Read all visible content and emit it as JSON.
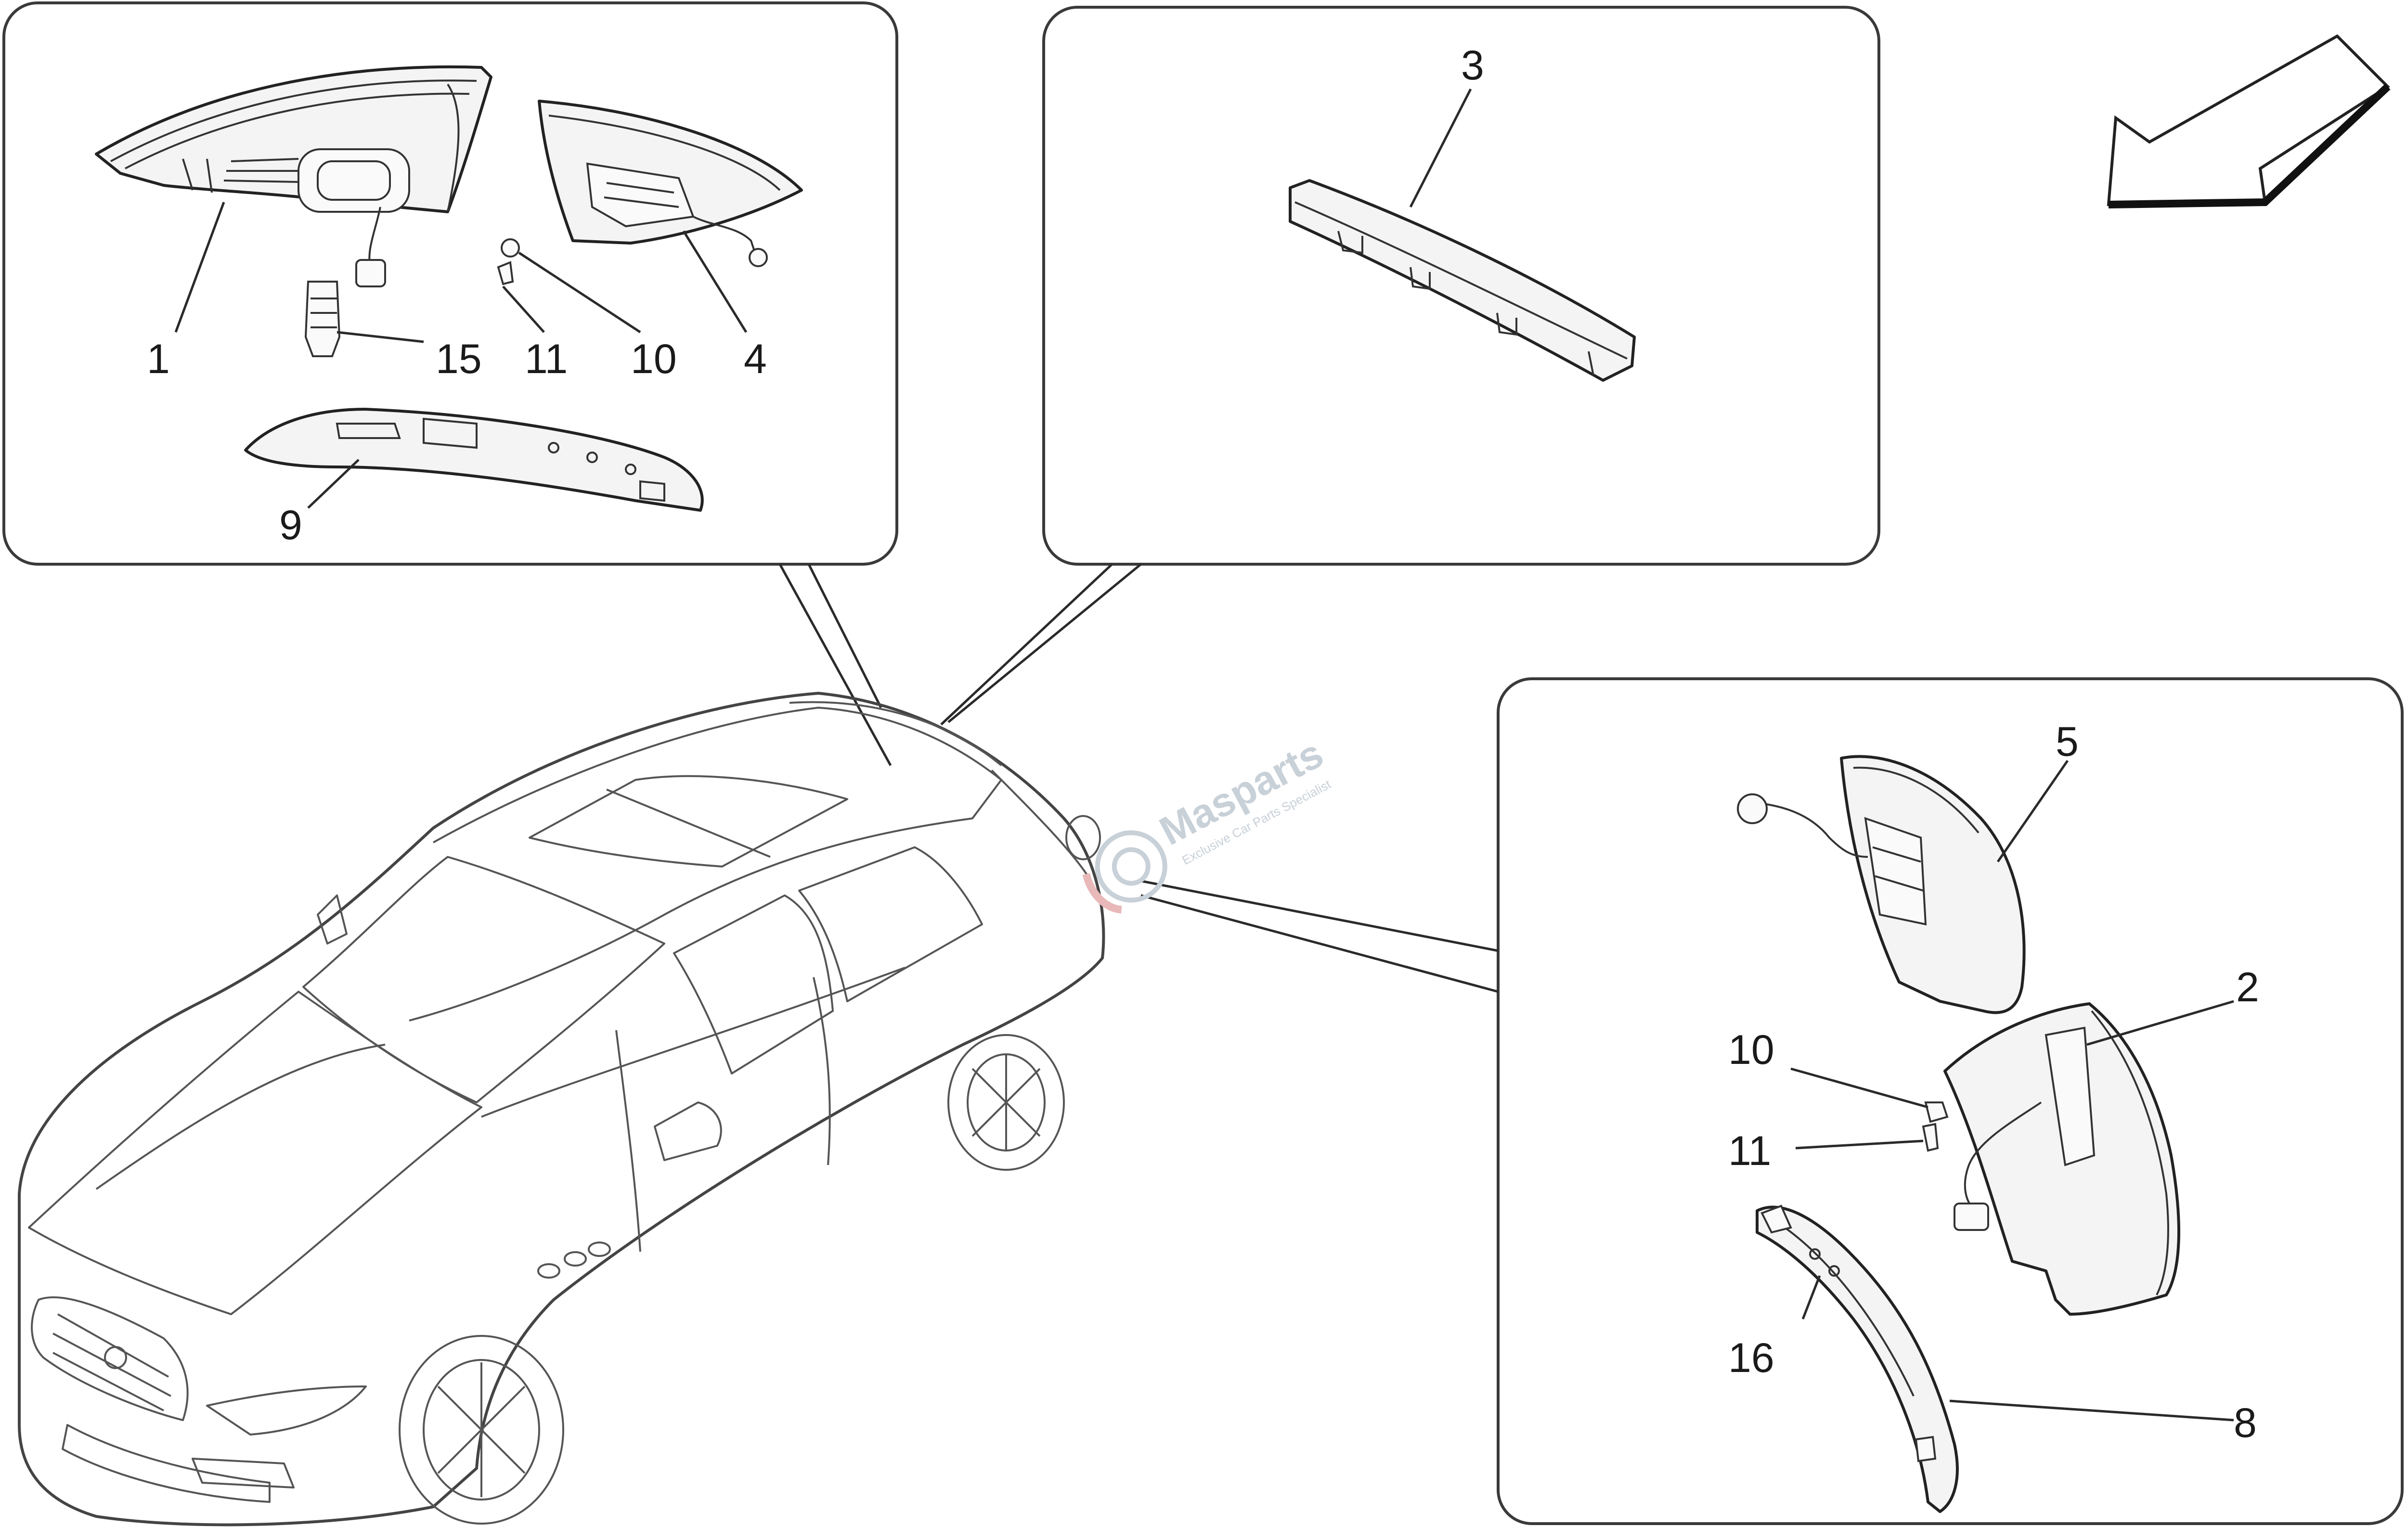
{
  "callouts": {
    "c1": "1",
    "c2": "2",
    "c3": "3",
    "c4": "4",
    "c5": "5",
    "c8": "8",
    "c9": "9",
    "c10_top": "10",
    "c10_right": "10",
    "c11_top": "11",
    "c11_right": "11",
    "c15": "15",
    "c16": "16"
  },
  "watermark": {
    "title": "Masparts",
    "subtitle": "Exclusive Car Parts Specialist"
  },
  "colors": {
    "line": "#222222",
    "frame": "#3a3a3a",
    "watermark": "#c8d0d8",
    "watermark_accent": "#e9b8b8"
  }
}
